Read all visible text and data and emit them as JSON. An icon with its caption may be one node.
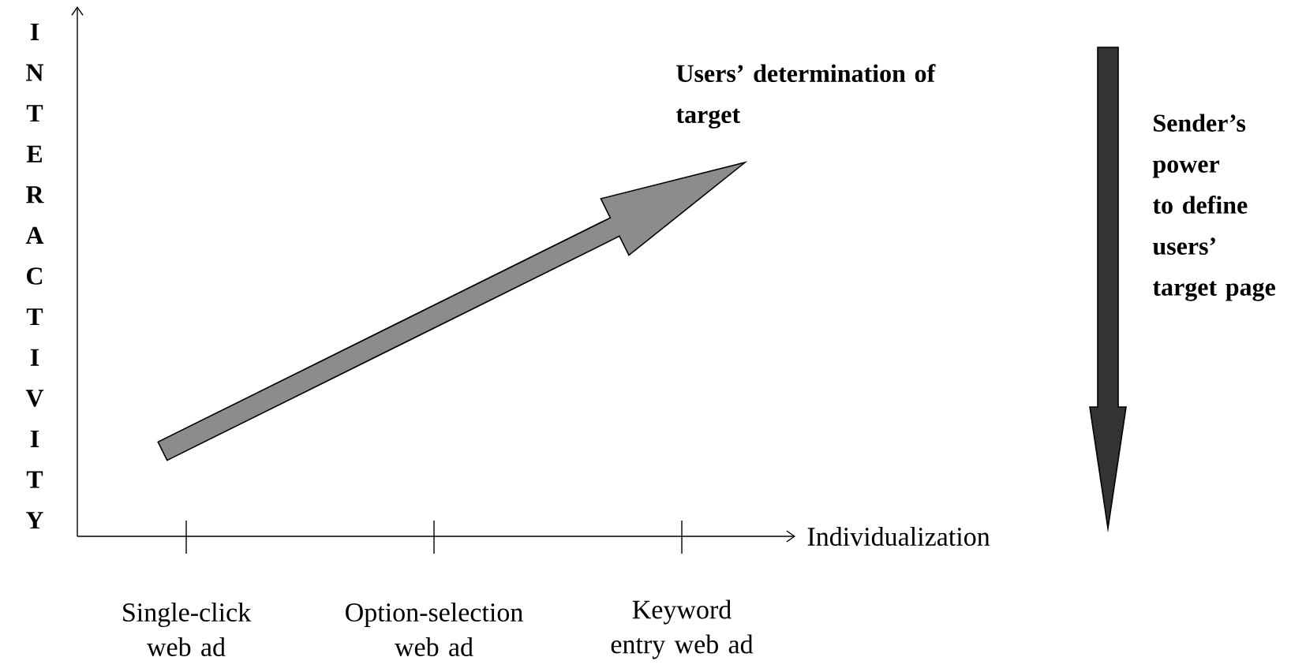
{
  "diagram": {
    "labels": [
      "INTERACTIVITY",
      "Users’ determination of target",
      "Sender’s power to define users’ target page",
      "Individualization",
      "Single-click web ad",
      "Option-selection web ad",
      "Keyword entry web ad"
    ]
  }
}
